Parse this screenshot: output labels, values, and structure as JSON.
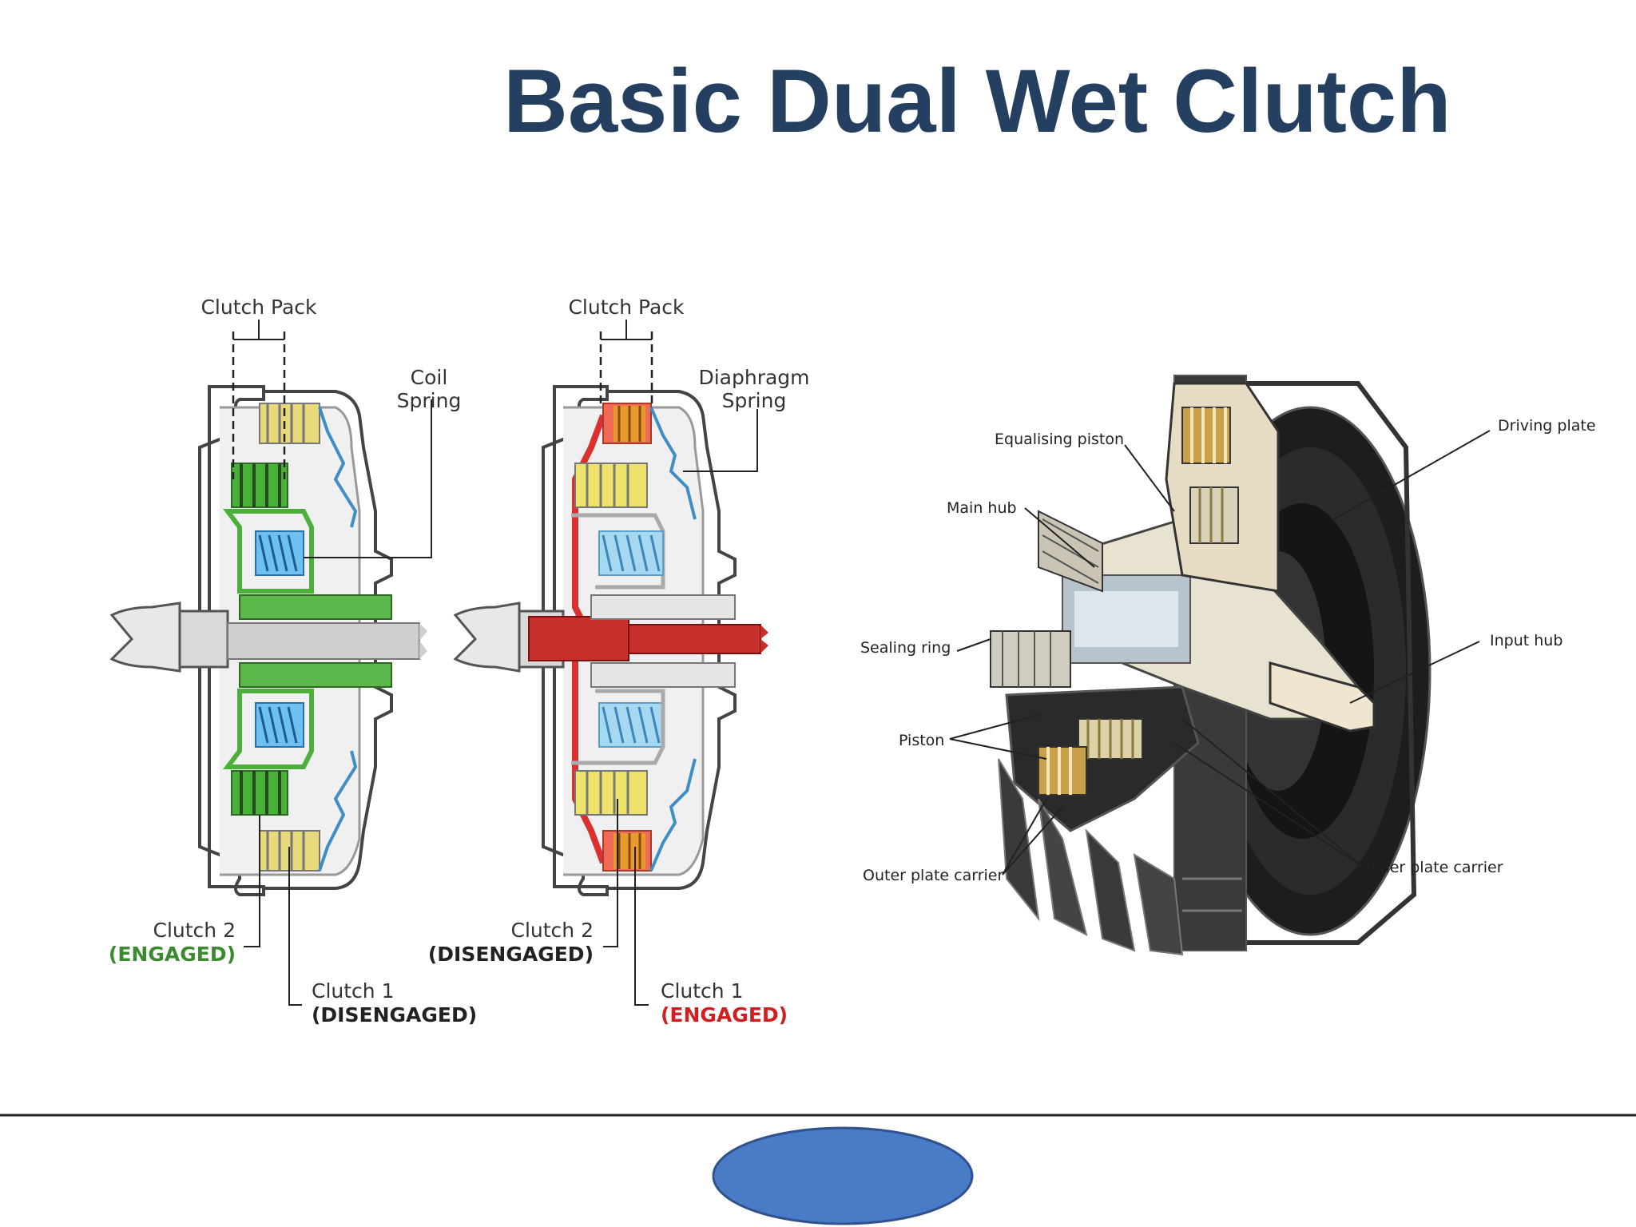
{
  "slide": {
    "title": "Basic Dual Wet Clutch"
  },
  "left_diagram": {
    "clutch_pack_label_a": "Clutch Pack",
    "coil_spring_line1": "Coil",
    "coil_spring_line2": "Spring",
    "clutch2_label_a": "Clutch 2",
    "clutch2_state_a": "(ENGAGED)",
    "clutch1_label_a": "Clutch 1",
    "clutch1_state_a": "(DISENGAGED)",
    "clutch_pack_label_b": "Clutch Pack",
    "diaphragm_line1": "Diaphragm",
    "diaphragm_line2": "Spring",
    "clutch2_label_b": "Clutch 2",
    "clutch2_state_b": "(DISENGAGED)",
    "clutch1_label_b": "Clutch 1",
    "clutch1_state_b": "(ENGAGED)"
  },
  "right_diagram": {
    "labels": {
      "equalising_piston": "Equalising piston",
      "main_hub": "Main hub",
      "driving_plate": "Driving plate",
      "sealing_ring": "Sealing ring",
      "input_hub": "Input hub",
      "piston": "Piston",
      "outer_plate_carrier": "Outer plate carrier",
      "inner_plate_carrier": "Inner plate carrier"
    }
  },
  "colors": {
    "title": "#243f60",
    "engaged_green": "#3a8a2e",
    "engaged_red": "#d11f1f",
    "oval_fill": "#4a7bc7",
    "oval_stroke": "#2f528f"
  }
}
